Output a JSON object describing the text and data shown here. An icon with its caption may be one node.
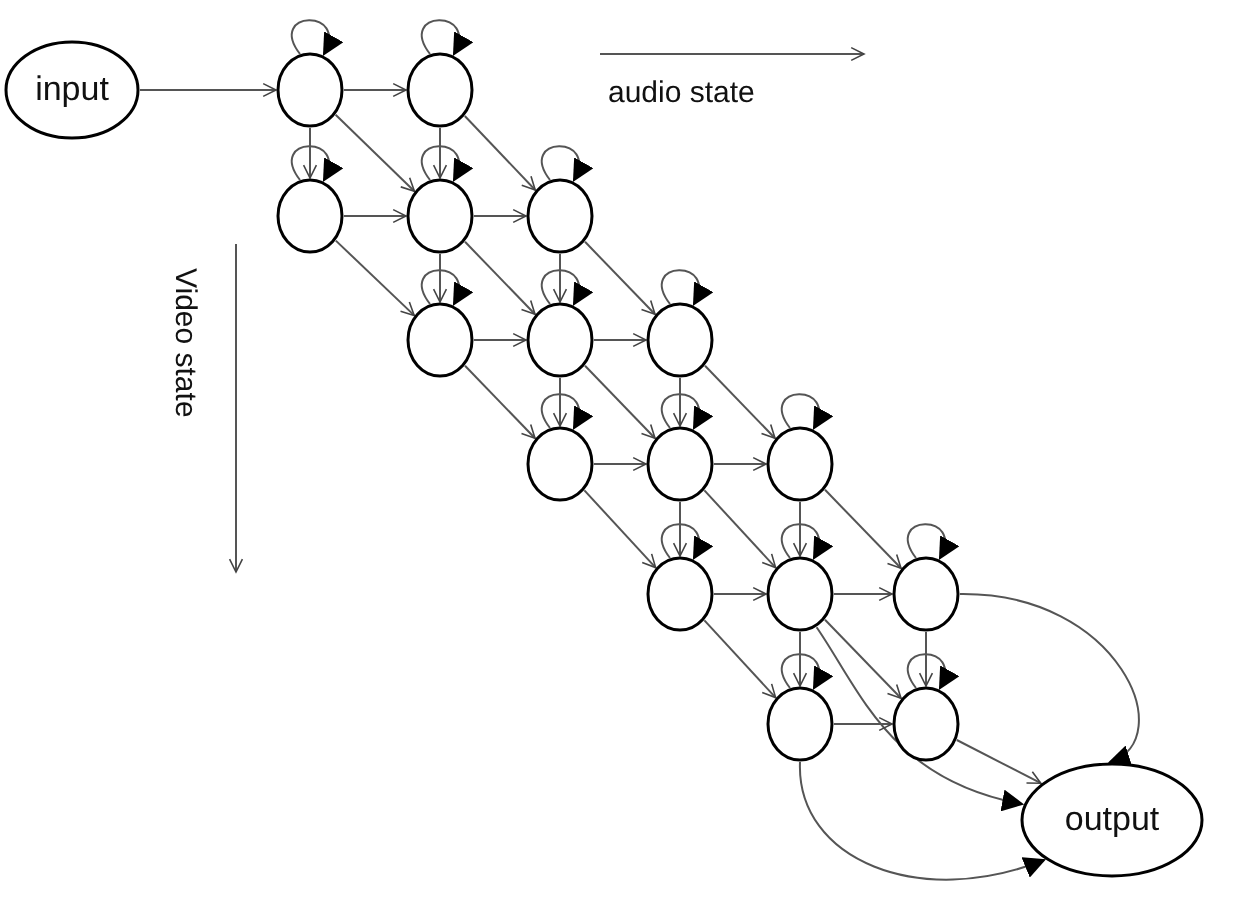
{
  "diagram": {
    "nodes": [
      {
        "text": [
          "input"
        ]
      },
      {
        "text": [],
        "shape": "circle"
      },
      {
        "text": [],
        "shape": "circle"
      },
      {
        "text": [],
        "shape": "circle"
      },
      {
        "text": [],
        "shape": "circle"
      },
      {
        "text": [],
        "shape": "circle"
      },
      {
        "text": [],
        "shape": "circle"
      },
      {
        "text": [],
        "shape": "circle"
      },
      {
        "text": [],
        "shape": "circle"
      },
      {
        "text": [],
        "shape": "circle"
      },
      {
        "text": [],
        "shape": "circle"
      },
      {
        "text": [],
        "shape": "circle"
      },
      {
        "text": [],
        "shape": "circle"
      },
      {
        "text": [],
        "shape": "circle"
      },
      {
        "text": [],
        "shape": "circle"
      },
      {
        "text": [],
        "shape": "circle"
      },
      {
        "text": [],
        "shape": "circle"
      },
      {
        "text": [
          "output"
        ]
      }
    ],
    "edges": [
      {
        "from": 0,
        "to": 1,
        "arrow": "to"
      },
      {
        "from": 1,
        "to": 1,
        "arrow": "to"
      },
      {
        "from": 1,
        "to": 2,
        "arrow": "to"
      },
      {
        "from": 1,
        "to": 3,
        "arrow": "to"
      },
      {
        "from": 1,
        "to": 4,
        "arrow": "to"
      },
      {
        "from": 2,
        "to": 2,
        "arrow": "to"
      },
      {
        "from": 2,
        "to": 4,
        "arrow": "to"
      },
      {
        "from": 2,
        "to": 5,
        "arrow": "to"
      },
      {
        "from": 3,
        "to": 3,
        "arrow": "to"
      },
      {
        "from": 3,
        "to": 4,
        "arrow": "to"
      },
      {
        "from": 3,
        "to": 6,
        "arrow": "to"
      },
      {
        "from": 4,
        "to": 4,
        "arrow": "to"
      },
      {
        "from": 4,
        "to": 5,
        "arrow": "to"
      },
      {
        "from": 4,
        "to": 6,
        "arrow": "to"
      },
      {
        "from": 4,
        "to": 7,
        "arrow": "to"
      },
      {
        "from": 5,
        "to": 5,
        "arrow": "to"
      },
      {
        "from": 5,
        "to": 7,
        "arrow": "to"
      },
      {
        "from": 5,
        "to": 8,
        "arrow": "to"
      },
      {
        "from": 6,
        "to": 6,
        "arrow": "to"
      },
      {
        "from": 6,
        "to": 7,
        "arrow": "to"
      },
      {
        "from": 6,
        "to": 9,
        "arrow": "to"
      },
      {
        "from": 7,
        "to": 7,
        "arrow": "to"
      },
      {
        "from": 7,
        "to": 8,
        "arrow": "to"
      },
      {
        "from": 7,
        "to": 9,
        "arrow": "to"
      },
      {
        "from": 7,
        "to": 10,
        "arrow": "to"
      },
      {
        "from": 8,
        "to": 8,
        "arrow": "to"
      },
      {
        "from": 8,
        "to": 10,
        "arrow": "to"
      },
      {
        "from": 8,
        "to": 11,
        "arrow": "to"
      },
      {
        "from": 9,
        "to": 9,
        "arrow": "to"
      },
      {
        "from": 9,
        "to": 10,
        "arrow": "to"
      },
      {
        "from": 9,
        "to": 12,
        "arrow": "to"
      },
      {
        "from": 10,
        "to": 10,
        "arrow": "to"
      },
      {
        "from": 10,
        "to": 11,
        "arrow": "to"
      },
      {
        "from": 10,
        "to": 12,
        "arrow": "to"
      },
      {
        "from": 10,
        "to": 13,
        "arrow": "to"
      },
      {
        "from": 11,
        "to": 11,
        "arrow": "to"
      },
      {
        "from": 11,
        "to": 13,
        "arrow": "to"
      },
      {
        "from": 11,
        "to": 14,
        "arrow": "to"
      },
      {
        "from": 12,
        "to": 12,
        "arrow": "to"
      },
      {
        "from": 12,
        "to": 13,
        "arrow": "to"
      },
      {
        "from": 12,
        "to": 15,
        "arrow": "to"
      },
      {
        "from": 13,
        "to": 13,
        "arrow": "to"
      },
      {
        "from": 13,
        "to": 14,
        "arrow": "to"
      },
      {
        "from": 13,
        "to": 15,
        "arrow": "to"
      },
      {
        "from": 13,
        "to": 16,
        "arrow": "to"
      },
      {
        "from": 13,
        "to": 17,
        "arrow": "to"
      },
      {
        "from": 14,
        "to": 14,
        "arrow": "to"
      },
      {
        "from": 14,
        "to": 16,
        "arrow": "to"
      },
      {
        "from": 14,
        "to": 17,
        "arrow": "to"
      },
      {
        "from": 15,
        "to": 15,
        "arrow": "to"
      },
      {
        "from": 15,
        "to": 16,
        "arrow": "to"
      },
      {
        "from": 15,
        "to": 17,
        "arrow": "to"
      },
      {
        "from": 16,
        "to": 16,
        "arrow": "to"
      },
      {
        "from": 16,
        "to": 17,
        "arrow": "to"
      }
    ],
    "labels": [
      "audio state",
      "Video state"
    ]
  }
}
